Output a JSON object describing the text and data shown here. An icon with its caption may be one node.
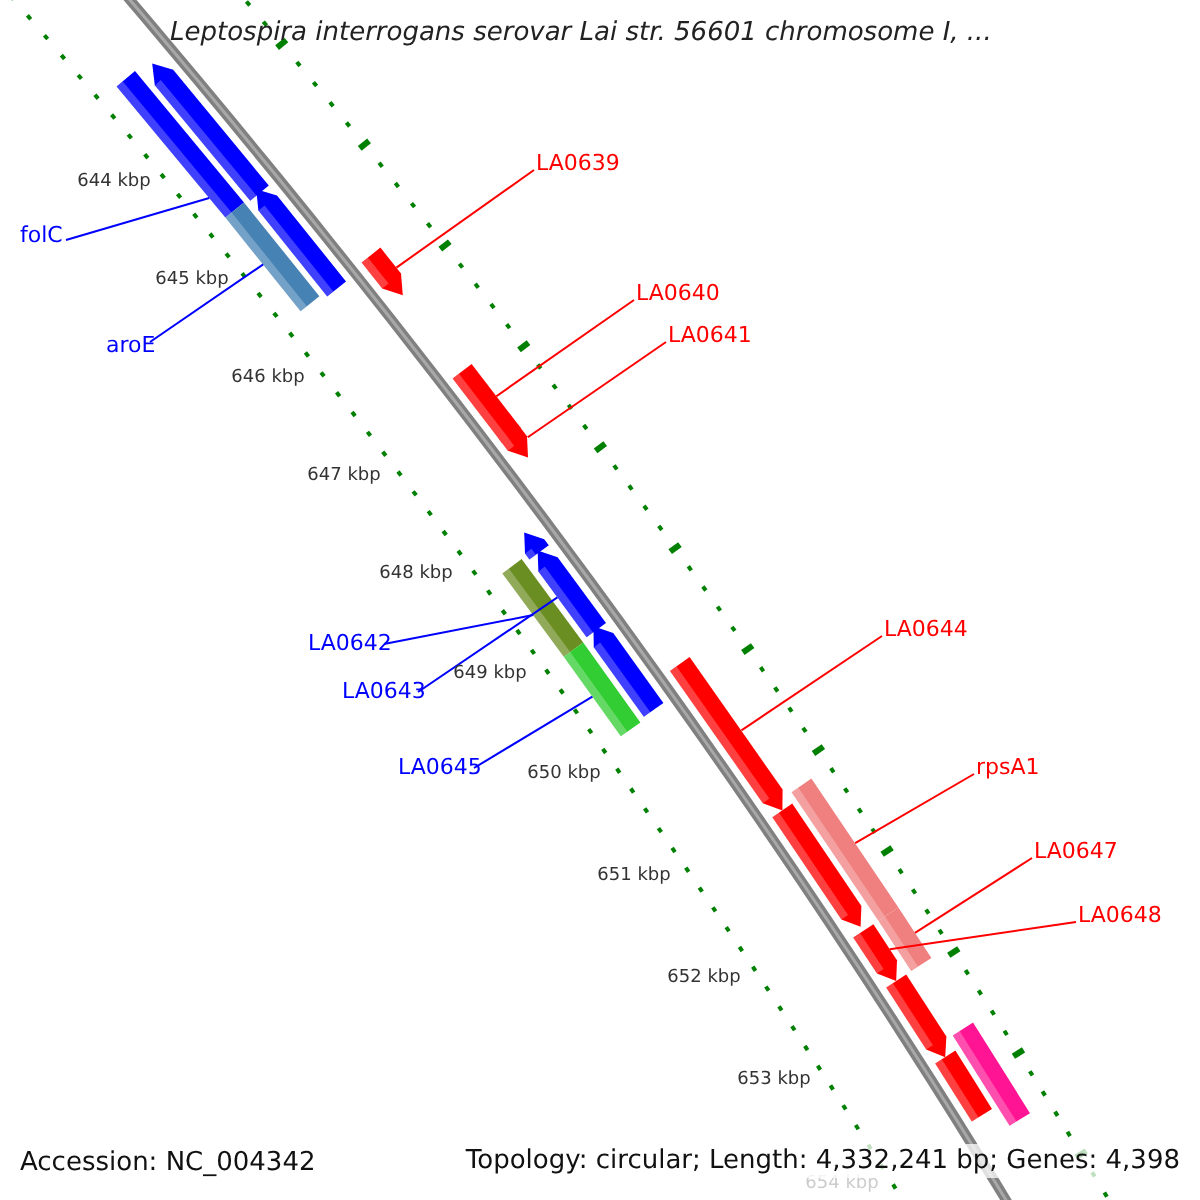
{
  "diagram": {
    "title": "Leptospira interrogans serovar Lai str. 56601 chromosome I, ...",
    "nodes": [
      {
        "text": [
          "folC"
        ]
      },
      {
        "text": [
          "aroE"
        ]
      },
      {
        "text": [
          "LA0639"
        ]
      },
      {
        "text": [
          "LA0640"
        ]
      },
      {
        "text": [
          "LA0641"
        ]
      },
      {
        "text": [
          "LA0642"
        ]
      },
      {
        "text": [
          "LA0643"
        ]
      },
      {
        "text": [
          "LA0645"
        ]
      },
      {
        "text": [
          "LA0644"
        ]
      },
      {
        "text": [
          "rpsA1"
        ]
      },
      {
        "text": [
          "LA0647"
        ]
      },
      {
        "text": [
          "LA0648"
        ]
      },
      {
        "text": [],
        "shape": "bar"
      },
      {
        "text": [],
        "shape": "arrow"
      },
      {
        "text": [],
        "shape": "bar"
      },
      {
        "text": [],
        "shape": "arrow"
      },
      {
        "text": [],
        "shape": "arrow"
      },
      {
        "text": [],
        "shape": "bar"
      },
      {
        "text": [],
        "shape": "arrow"
      },
      {
        "text": [],
        "shape": "arrow"
      },
      {
        "text": [],
        "shape": "bar"
      },
      {
        "text": [],
        "shape": "arrow"
      },
      {
        "text": [],
        "shape": "arrow"
      },
      {
        "text": [],
        "shape": "bar"
      },
      {
        "text": [],
        "shape": "arrow"
      },
      {
        "text": [],
        "shape": "bar"
      },
      {
        "text": [],
        "shape": "arrow"
      },
      {
        "text": [],
        "shape": "bar"
      },
      {
        "text": [],
        "shape": "arrow"
      },
      {
        "text": [],
        "shape": "arrow"
      },
      {
        "text": [],
        "shape": "bar"
      },
      {
        "text": [],
        "shape": "bar"
      }
    ],
    "edges": [
      {
        "from": 0,
        "to": 12,
        "arrow": "none",
        "color": "#0000ff"
      },
      {
        "from": 1,
        "to": 14,
        "arrow": "none",
        "color": "#0000ff"
      },
      {
        "from": 2,
        "to": 16,
        "arrow": "none"
      },
      {
        "from": 3,
        "to": 17,
        "arrow": "none"
      },
      {
        "from": 4,
        "to": 18,
        "arrow": "none"
      },
      {
        "from": 5,
        "to": 20,
        "arrow": "none",
        "color": "#0000ff"
      },
      {
        "from": 6,
        "to": 21,
        "arrow": "none",
        "color": "#0000ff"
      },
      {
        "from": 7,
        "to": 23,
        "arrow": "none",
        "color": "#0000ff"
      },
      {
        "from": 8,
        "to": 24,
        "arrow": "none"
      },
      {
        "from": 9,
        "to": 25,
        "arrow": "none"
      },
      {
        "from": 10,
        "to": 27,
        "arrow": "none"
      },
      {
        "from": 11,
        "to": 28,
        "arrow": "none"
      }
    ],
    "labels": [
      "644 kbp",
      "645 kbp",
      "646 kbp",
      "647 kbp",
      "648 kbp",
      "649 kbp",
      "650 kbp",
      "651 kbp",
      "652 kbp",
      "653 kbp",
      "654 kbp",
      "Accession: NC_004342",
      "Topology: circular; Length: 4,332,241 bp; Genes: 4,398"
    ]
  }
}
